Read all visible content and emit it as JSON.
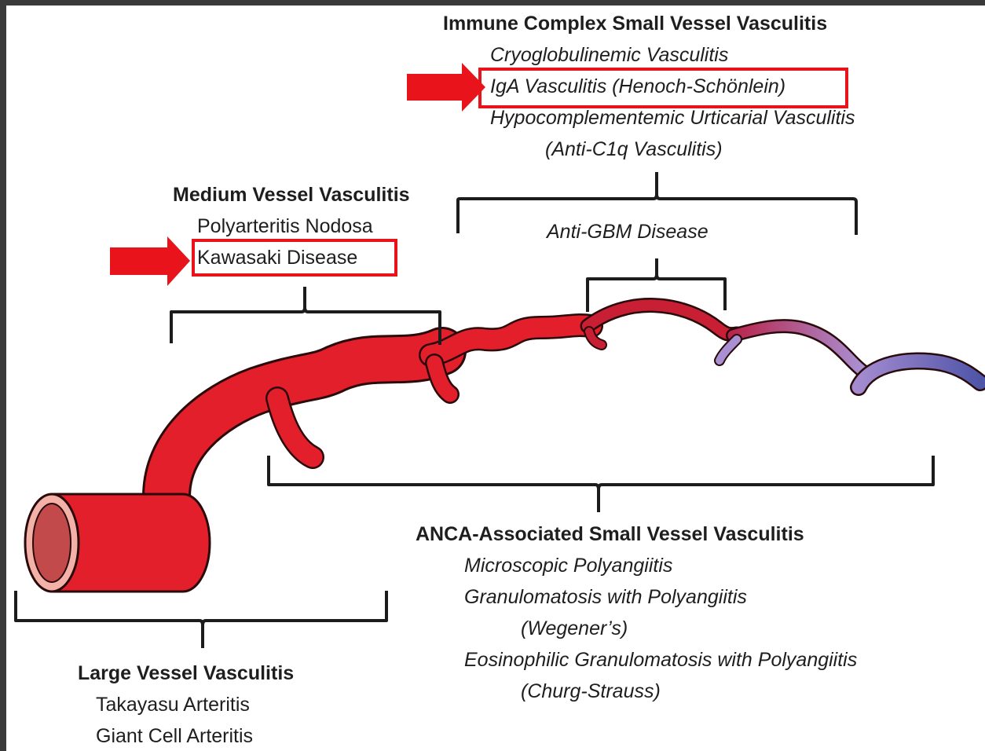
{
  "immune_complex": {
    "title": "Immune Complex  Small Vessel Vasculitis",
    "items": [
      "Cryoglobulinemic Vasculitis",
      "IgA Vasculitis (Henoch-Schönlein)",
      "Hypocomplementemic Urticarial Vasculitis",
      "(Anti-C1q Vasculitis)"
    ]
  },
  "anti_gbm": {
    "label": "Anti-GBM Disease"
  },
  "medium_vessel": {
    "title": "Medium Vessel Vasculitis",
    "items": [
      "Polyarteritis Nodosa",
      "Kawasaki Disease"
    ]
  },
  "anca": {
    "title": "ANCA-Associated Small Vessel Vasculitis",
    "items": [
      "Microscopic Polyangiitis",
      "Granulomatosis with Polyangiitis",
      "(Wegener’s)",
      "Eosinophilic Granulomatosis with Polyangiitis",
      "(Churg-Strauss)"
    ]
  },
  "large_vessel": {
    "title": "Large Vessel Vasculitis",
    "items": [
      "Takayasu Arteritis",
      "Giant Cell Arteritis"
    ]
  },
  "colors": {
    "highlight": "#e8131b",
    "artery": "#e21f2b",
    "arteriole": "#c81f35",
    "capillary": "#a88bd0",
    "venule": "#5457a6"
  }
}
